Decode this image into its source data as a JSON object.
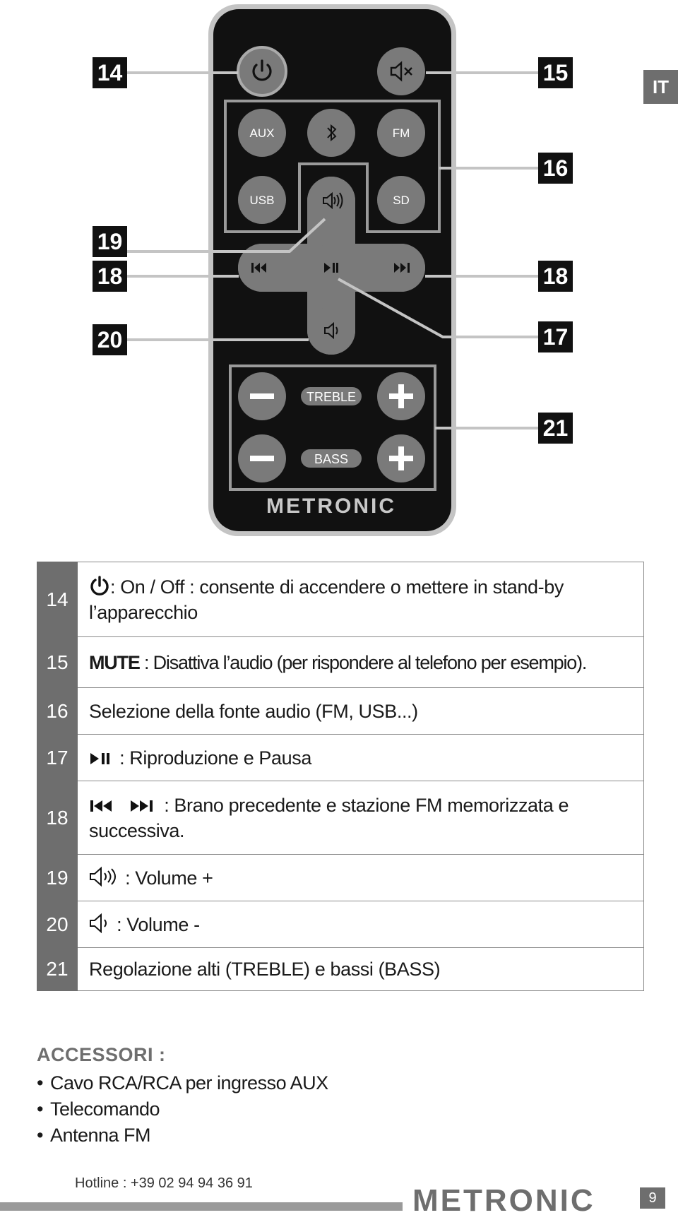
{
  "lang_tab": "IT",
  "remote": {
    "btn_aux": "AUX",
    "btn_fm": "FM",
    "btn_usb": "USB",
    "btn_sd": "SD",
    "label_treble": "TREBLE",
    "label_bass": "BASS",
    "brand": "METRONIC"
  },
  "callouts": [
    "14",
    "15",
    "16",
    "19",
    "18",
    "18",
    "20",
    "17",
    "21"
  ],
  "table": {
    "rows": [
      {
        "num": "14",
        "text": ": On / Off : consente di accendere o mettere in stand-by l’apparecchio"
      },
      {
        "num": "15",
        "bold": "MUTE",
        "text": " : Disattiva l’audio (per rispondere al telefono per esempio)."
      },
      {
        "num": "16",
        "text": "Selezione della fonte audio (FM, USB...)"
      },
      {
        "num": "17",
        "text": " : Riproduzione e Pausa"
      },
      {
        "num": "18",
        "text": " :  Brano precedente e stazione FM memorizzata e successiva."
      },
      {
        "num": "19",
        "text": " : Volume +"
      },
      {
        "num": "20",
        "text": " : Volume -"
      },
      {
        "num": "21",
        "text": "Regolazione alti (TREBLE) e bassi (BASS)"
      }
    ]
  },
  "accessories": {
    "title": "ACCESSORI :",
    "items": [
      "Cavo RCA/RCA per ingresso AUX",
      "Telecomando",
      "Antenna FM"
    ]
  },
  "footer": {
    "hotline": "Hotline : +39 02 94 94 36 91",
    "brand": "METRONIC",
    "page_number": "9"
  }
}
